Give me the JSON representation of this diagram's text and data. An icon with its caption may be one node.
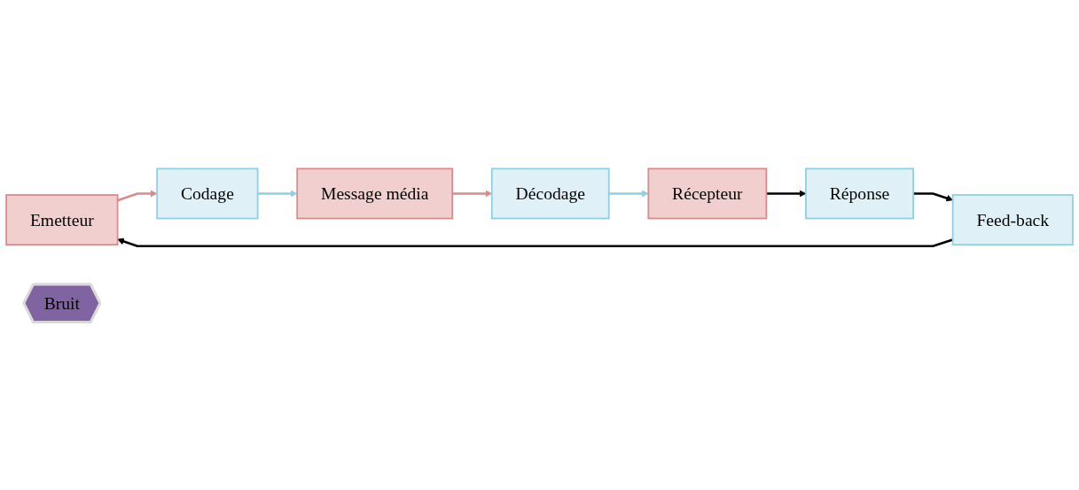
{
  "diagram": {
    "nodes": [
      {
        "text": [
          "Emetteur"
        ]
      },
      {
        "text": [
          "Codage"
        ]
      },
      {
        "text": [
          "Message média"
        ]
      },
      {
        "text": [
          "Décodage"
        ]
      },
      {
        "text": [
          "Récepteur"
        ]
      },
      {
        "text": [
          "Bruit"
        ]
      },
      {
        "text": [
          "Réponse"
        ]
      },
      {
        "text": [
          "Feed-back"
        ]
      }
    ],
    "edges": [
      {
        "from": 0,
        "to": 1,
        "arrow": "to",
        "color": "#d98b8b"
      },
      {
        "from": 1,
        "to": 2,
        "arrow": "to",
        "color": "#8fcfe0"
      },
      {
        "from": 2,
        "to": 3,
        "arrow": "to",
        "color": "#d98b8b"
      },
      {
        "from": 3,
        "to": 4,
        "arrow": "to",
        "color": "#8fcfe0"
      },
      {
        "from": 4,
        "to": 6,
        "arrow": "to"
      },
      {
        "from": 6,
        "to": 7,
        "arrow": "to"
      },
      {
        "from": 7,
        "to": 0,
        "arrow": "to"
      }
    ]
  }
}
